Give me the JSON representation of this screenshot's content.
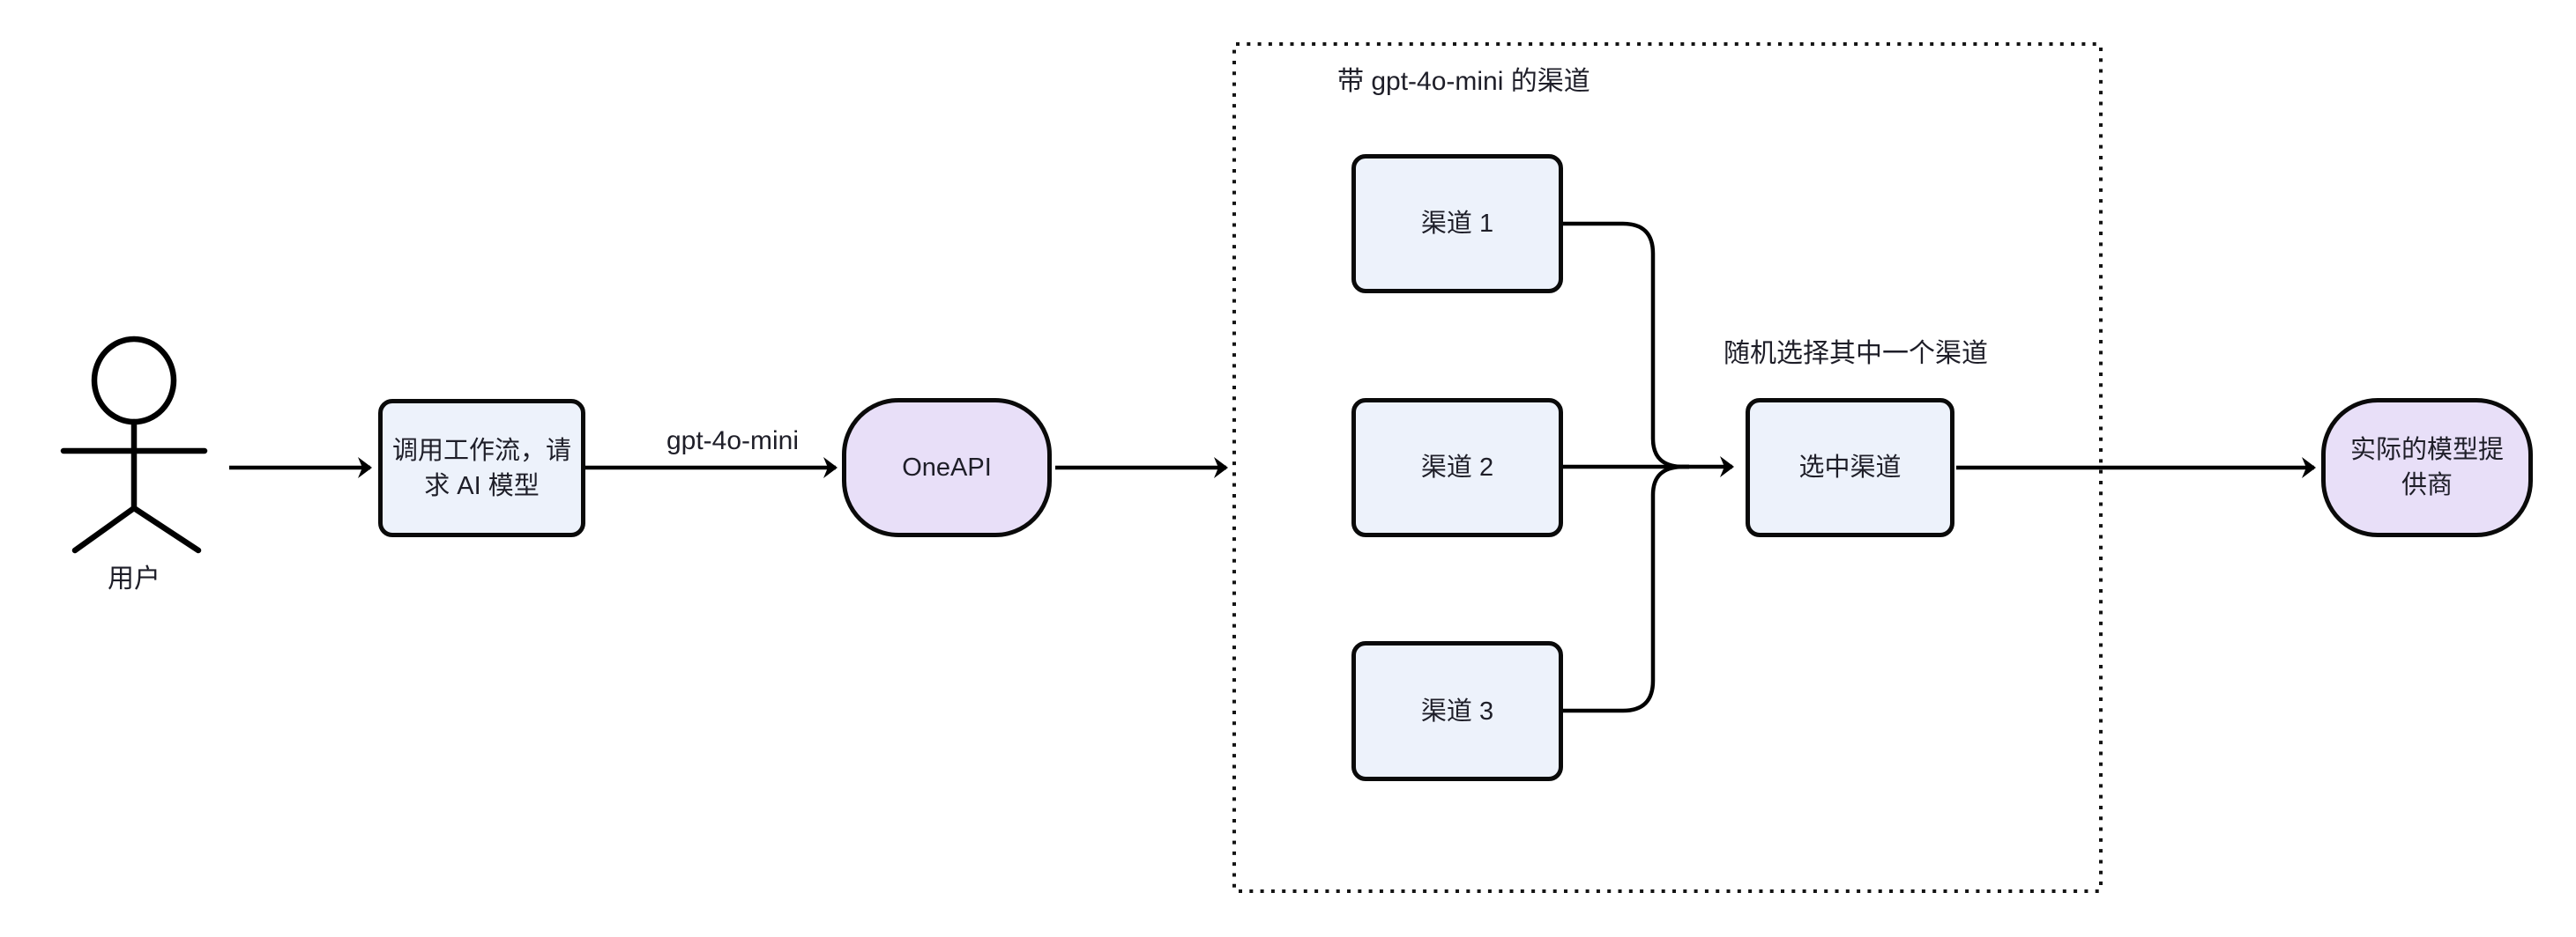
{
  "diagram": {
    "type": "flowchart",
    "background": "#ffffff",
    "colors": {
      "node_fill": "#edf2fb",
      "accent_node_fill": "#e8dff8",
      "stroke": "#000000",
      "text": "#1e1e28"
    },
    "actor": {
      "label": "用户"
    },
    "nodes": {
      "workflow": {
        "label": "调用工作流，请求 AI 模型",
        "shape": "rect"
      },
      "oneapi": {
        "label": "OneAPI",
        "shape": "stadium"
      },
      "channel1": {
        "label": "渠道 1",
        "shape": "rect"
      },
      "channel2": {
        "label": "渠道 2",
        "shape": "rect"
      },
      "channel3": {
        "label": "渠道 3",
        "shape": "rect"
      },
      "selected": {
        "label": "选中渠道",
        "shape": "rect"
      },
      "provider": {
        "label": "实际的模型提供商",
        "shape": "stadium"
      }
    },
    "subgraph": {
      "title": "带 gpt-4o-mini 的渠道"
    },
    "edge_labels": {
      "model": "gpt-4o-mini",
      "random_pick": "随机选择其中一个渠道"
    },
    "edges": [
      {
        "from": "actor",
        "to": "workflow"
      },
      {
        "from": "workflow",
        "to": "oneapi",
        "label": "gpt-4o-mini"
      },
      {
        "from": "oneapi",
        "to": "subgraph"
      },
      {
        "from": "channel1",
        "to": "selected"
      },
      {
        "from": "channel2",
        "to": "selected"
      },
      {
        "from": "channel3",
        "to": "selected"
      },
      {
        "from": "selected",
        "to": "provider"
      }
    ]
  }
}
